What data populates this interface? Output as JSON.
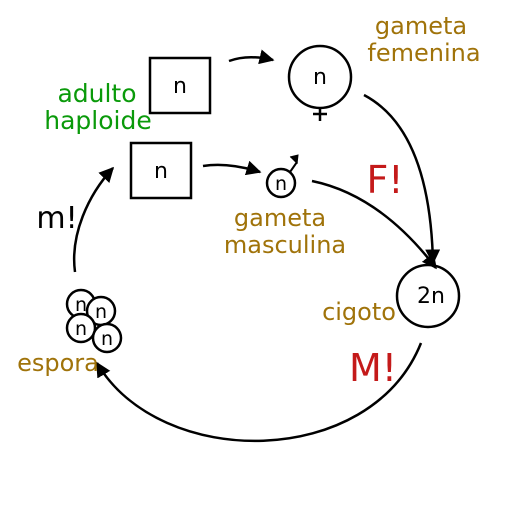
{
  "labels": {
    "gameta_femenina_1": "gameta",
    "gameta_femenina_2": "femenina",
    "adulto_1": "adulto",
    "adulto_2": "haploide",
    "gameta_masculina_1": "gameta",
    "gameta_masculina_2": "masculina",
    "cigoto": "cigoto",
    "espora": "espora",
    "fertilization": "F!",
    "meiosis": "M!",
    "mitosis": "m!"
  },
  "nodes": {
    "adult_top": "n",
    "adult_bottom": "n",
    "female_gamete": "n",
    "male_gamete": "n",
    "zygote": "2n",
    "spores": [
      "n",
      "n",
      "n",
      "n"
    ]
  },
  "symbols": {
    "female": "female-symbol",
    "male": "male-symbol"
  },
  "colors": {
    "green": "#0a9a0a",
    "brown": "#a0730a",
    "red": "#c41a1a",
    "black": "#000000"
  }
}
